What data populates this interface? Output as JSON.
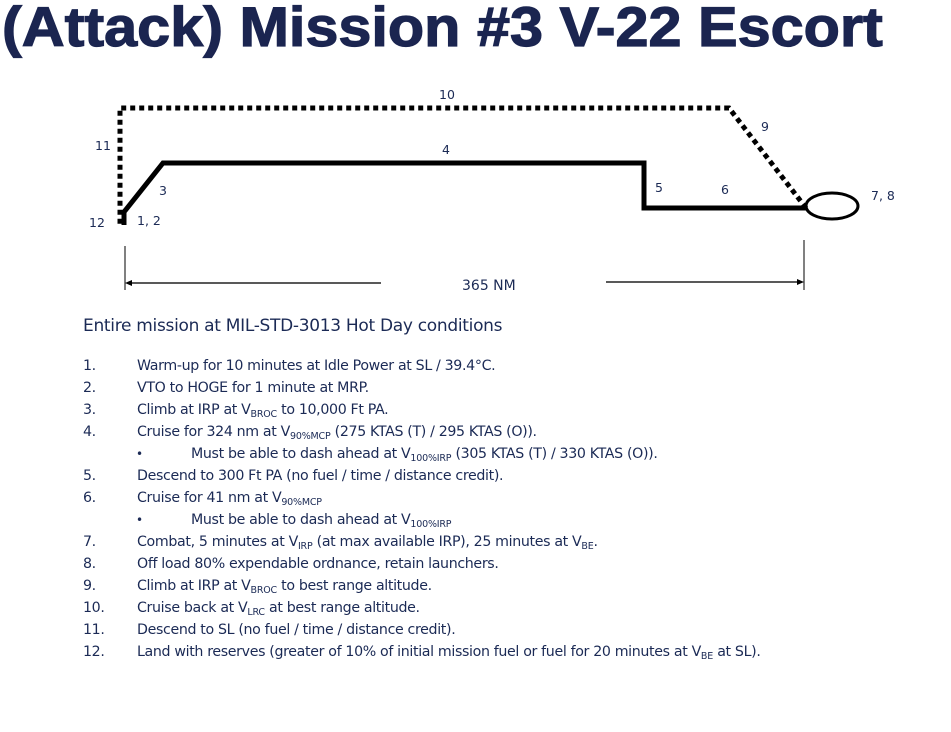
{
  "title": "(Attack) Mission #3 V-22 Escort",
  "diagram": {
    "segment_labels": {
      "s1_2": "1, 2",
      "s3": "3",
      "s4": "4",
      "s5": "5",
      "s6": "6",
      "s7_8": "7, 8",
      "s9": "9",
      "s10": "10",
      "s11": "11",
      "s12": "12"
    },
    "distance_label": "365 NM",
    "colors": {
      "path": "#000000",
      "text": "#1b2a55",
      "title": "#1b2550"
    }
  },
  "subheading": "Entire mission at MIL-STD-3013 Hot Day conditions",
  "steps": [
    {
      "num": "1.",
      "text": "Warm-up for 10 minutes at Idle Power at SL / 39.4°C."
    },
    {
      "num": "2.",
      "text": "VTO to HOGE for 1 minute at MRP."
    },
    {
      "num": "3.",
      "pre": "Climb at IRP at V",
      "sub": "BROC",
      "post": " to 10,000 Ft PA."
    },
    {
      "num": "4.",
      "pre": "Cruise for 324 nm at V",
      "sub": "90%MCP",
      "post": " (275 KTAS (T) / 295 KTAS (O))."
    },
    {
      "num": "•",
      "pre": "Must be able to dash ahead at V",
      "sub": "100%IRP",
      "post": " (305 KTAS (T) / 330 KTAS (O))."
    },
    {
      "num": "5.",
      "text": "Descend to 300 Ft PA (no fuel / time / distance credit)."
    },
    {
      "num": "6.",
      "pre": "Cruise for 41 nm at V",
      "sub": "90%MCP",
      "post": ""
    },
    {
      "num": "•",
      "pre": "Must be able to dash ahead at V",
      "sub": "100%IRP",
      "post": ""
    },
    {
      "num": "7.",
      "pre": "Combat, 5 minutes at V",
      "sub": "IRP",
      "mid": " (at max available IRP), 25 minutes at V",
      "sub2": "BE",
      "post": "."
    },
    {
      "num": "8.",
      "text": "Off load 80% expendable ordnance, retain launchers."
    },
    {
      "num": "9.",
      "pre": "Climb at IRP at V",
      "sub": "BROC",
      "post": " to best range altitude."
    },
    {
      "num": "10.",
      "pre": "Cruise back at V",
      "sub": "LRC",
      "post": " at best range altitude."
    },
    {
      "num": "11.",
      "text": "Descend to SL (no fuel / time / distance credit)."
    },
    {
      "num": "12.",
      "pre": "Land with reserves (greater of 10% of initial mission fuel or fuel for 20 minutes at V",
      "sub": "BE",
      "post": " at SL)."
    }
  ]
}
